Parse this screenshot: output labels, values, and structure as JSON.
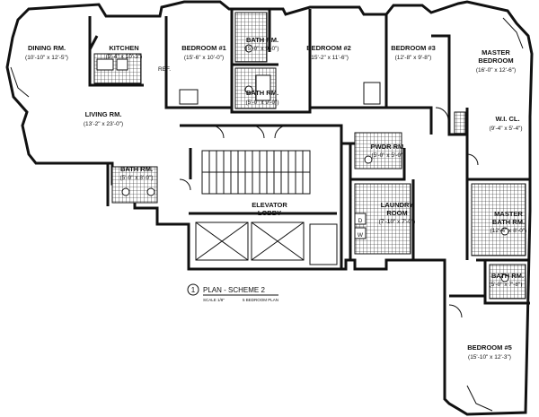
{
  "rooms": {
    "dining": {
      "name": "DINING RM.",
      "size": "(10'-10\" x 12'-5\")"
    },
    "kitchen": {
      "name": "KITCHEN",
      "size": "(9'-4\" x 10'-3\")"
    },
    "bedroom1": {
      "name": "BEDROOM #1",
      "size": "(15'-6\" x 10'-0\")"
    },
    "bath_top": {
      "name": "BATH RM.",
      "size": "(5'-0\" x 9'-0\")"
    },
    "bath_mid": {
      "name": "BATH RM.",
      "size": "(5'-0\" x 9'-0\")"
    },
    "bedroom2": {
      "name": "BEDROOM #2",
      "size": "(15'-2\" x 11'-6\")"
    },
    "bedroom3": {
      "name": "BEDROOM #3",
      "size": "(12'-8\" x 9'-8\")"
    },
    "master_bedroom": {
      "name_line1": "MASTER",
      "name_line2": "BEDROOM",
      "size": "(16'-0\" x 12'-6\")"
    },
    "living": {
      "name": "LIVING RM.",
      "size": "(13'-2\" x 23'-0\")"
    },
    "wic": {
      "name": "W.I. CL.",
      "size": "(9'-4\" x 5'-4\")"
    },
    "powder": {
      "name": "PWDR RM.",
      "size": "(5'-0\" x 5'-0\")"
    },
    "bath_left": {
      "name": "BATH RM.",
      "size": "(5'-0\" x 8'-0\")"
    },
    "elevator": {
      "name_line1": "ELEVATOR",
      "name_line2": "LOBBY"
    },
    "laundry": {
      "name_line1": "LAUNDRY",
      "name_line2": "ROOM",
      "size": "(7'-10\" x 7'-0\")"
    },
    "master_bath": {
      "name_line1": "MASTER",
      "name_line2": "BATH RM.",
      "size": "(12'-4\" x 8'-0\")"
    },
    "bath_right": {
      "name": "BATH RM.",
      "size": "(5'-0\" x 7'-8\")"
    },
    "bedroom5": {
      "name": "BEDROOM #5",
      "size": "(15'-10\" x 12'-3\")"
    }
  },
  "appliance_labels": {
    "refrigerator": "REF.",
    "dryer": "D",
    "washer": "W"
  },
  "caption": {
    "number": "1",
    "title": "PLAN - SCHEME 2",
    "scale": "SCALE 1/8\"",
    "subtitle": "5 BEDROOM PLAN"
  }
}
